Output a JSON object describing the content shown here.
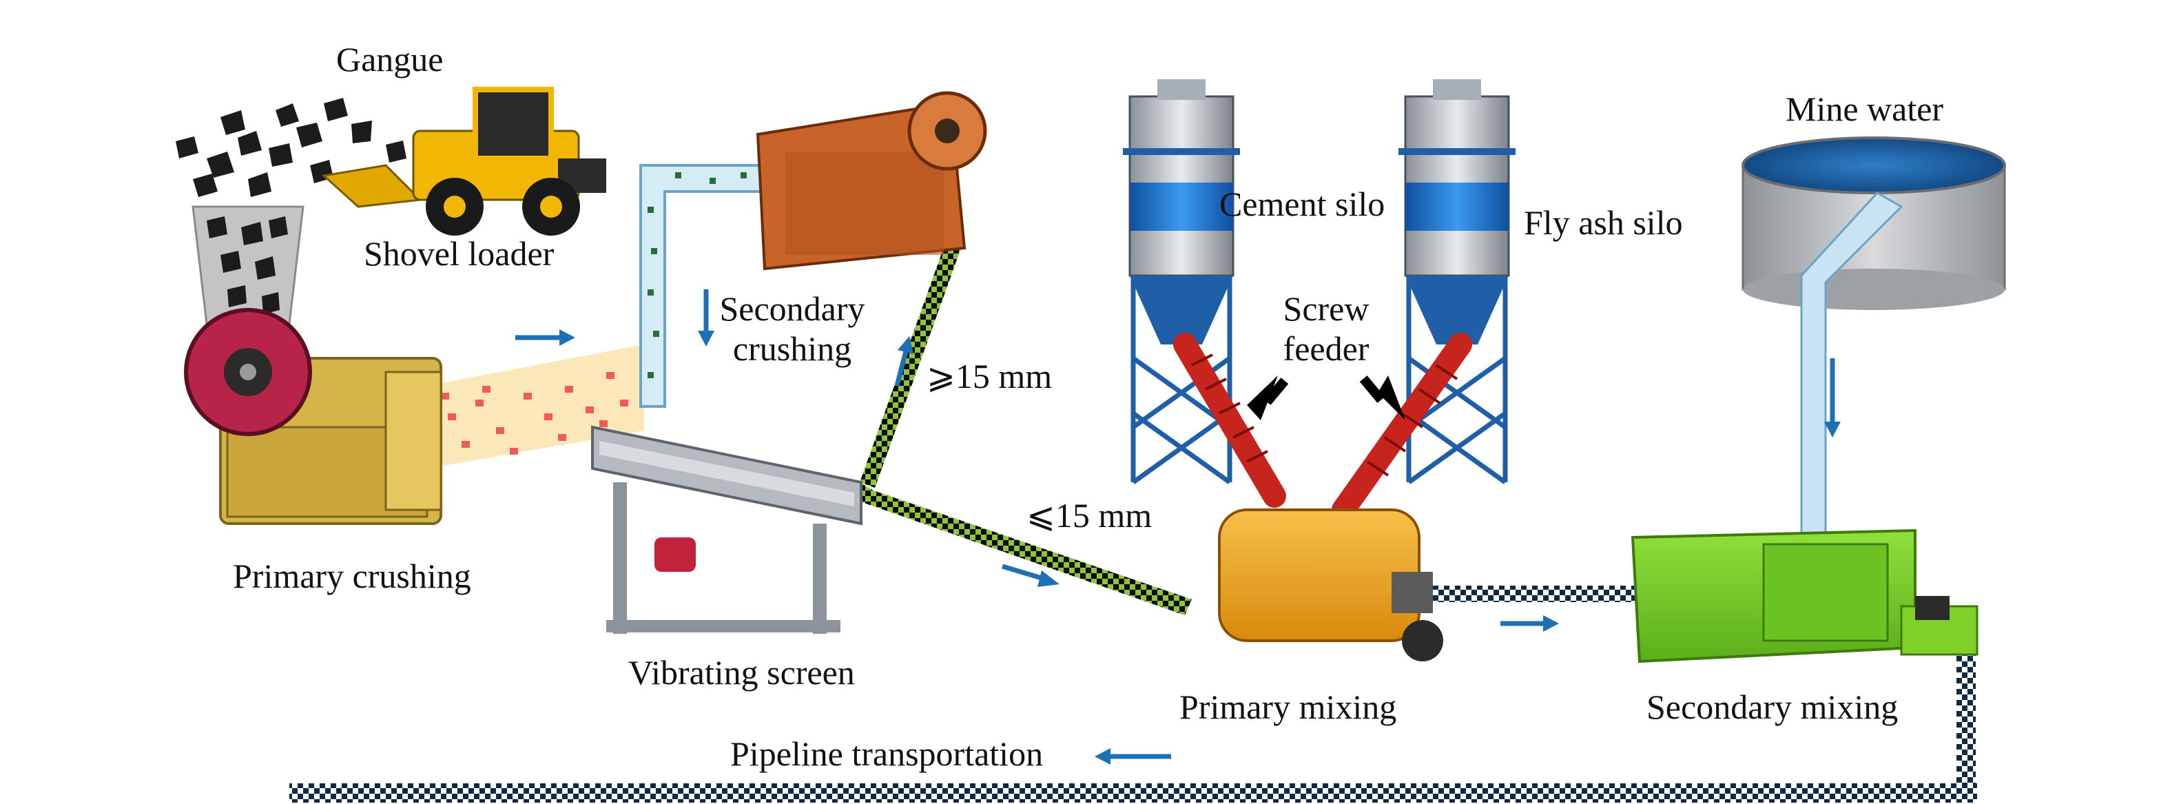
{
  "labels": {
    "gangue": "Gangue",
    "shovel_loader": "Shovel loader",
    "primary_crushing": "Primary crushing",
    "secondary_crushing_line1": "Secondary",
    "secondary_crushing_line2": "crushing",
    "vibrating_screen": "Vibrating screen",
    "oversize": "⩾15 mm",
    "undersize": "⩽15 mm",
    "cement_silo": "Cement silo",
    "fly_ash_silo": "Fly ash silo",
    "screw_feeder_line1": "Screw",
    "screw_feeder_line2": "feeder",
    "primary_mixing": "Primary mixing",
    "mine_water": "Mine water",
    "secondary_mixing": "Secondary mixing",
    "pipeline_transportation": "Pipeline transportation"
  },
  "colors": {
    "flow_arrow": "#1f6fb5",
    "crusher_orange": "#c8642a",
    "crusher_yellow": "#d6b548",
    "flywheel": "#b8234a",
    "silo_blue": "#1f7ad6",
    "silo_frame": "#1e5fa8",
    "screw_red": "#c8241e",
    "mixer_orange": "#f0a318",
    "mixer_green": "#7fd12a",
    "conveyor_green": "#8cc63f",
    "water_blue": "#c9e3f5",
    "screen_grey": "#9aa0a8",
    "loader_yellow": "#f2b705"
  },
  "icons": [
    "gangue-pile",
    "shovel-loader",
    "jaw-crusher",
    "vibrating-screen",
    "silo",
    "screw-feeder",
    "mixer",
    "water-tank",
    "flow-arrow"
  ]
}
